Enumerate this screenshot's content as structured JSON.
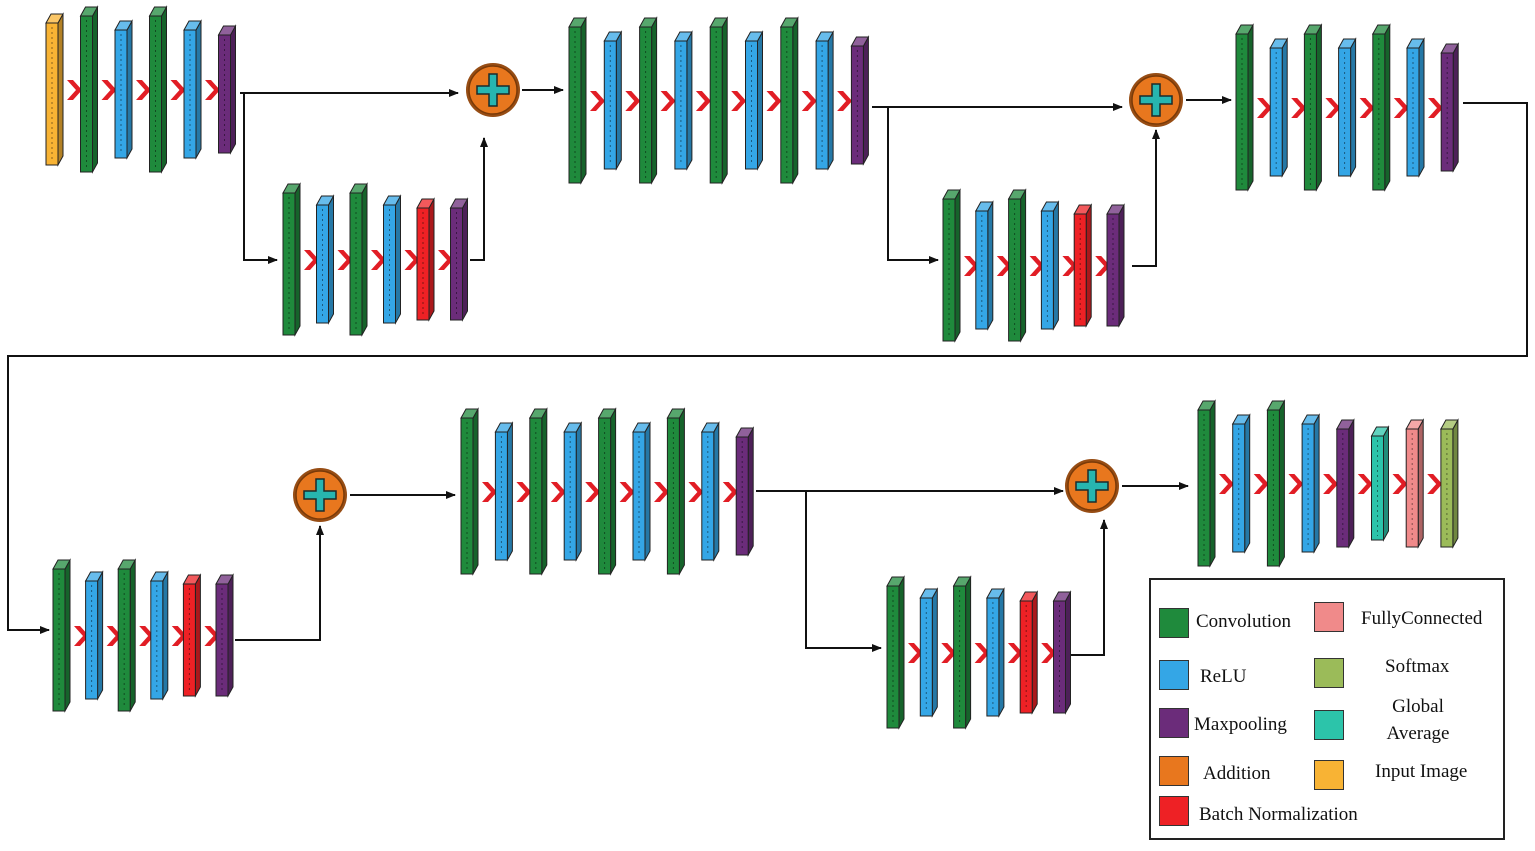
{
  "colors": {
    "convolution": "#1f8a3c",
    "relu": "#34a6e6",
    "maxpooling": "#6b2c7a",
    "addition": "#e8771e",
    "batch_normalization": "#ee2125",
    "fully_connected": "#f08a8a",
    "softmax": "#9bbb59",
    "global_average": "#2cc4aa",
    "input_image": "#f8b334",
    "arrow": "#e11d25",
    "plus": "#27b5b0"
  },
  "legend": {
    "items": [
      {
        "key": "convolution",
        "label": "Convolution"
      },
      {
        "key": "relu",
        "label": "ReLU"
      },
      {
        "key": "maxpooling",
        "label": "Maxpooling"
      },
      {
        "key": "addition",
        "label": "Addition"
      },
      {
        "key": "batch_normalization",
        "label": "Batch Normalization"
      },
      {
        "key": "fully_connected",
        "label": "FullyConnected"
      },
      {
        "key": "softmax",
        "label": "Softmax"
      },
      {
        "key": "global_average",
        "label": "Global Average",
        "lines": [
          "Global",
          "Average"
        ]
      },
      {
        "key": "input_image",
        "label": "Input Image"
      }
    ]
  },
  "blocks": [
    {
      "id": "block-1",
      "layers": [
        "input_image",
        "convolution",
        "relu",
        "convolution",
        "relu",
        "maxpooling"
      ]
    },
    {
      "id": "shortcut-1",
      "layers": [
        "convolution",
        "relu",
        "convolution",
        "relu",
        "batch_normalization",
        "maxpooling"
      ]
    },
    {
      "id": "block-2",
      "layers": [
        "convolution",
        "relu",
        "convolution",
        "relu",
        "convolution",
        "relu",
        "convolution",
        "relu",
        "maxpooling"
      ]
    },
    {
      "id": "shortcut-2",
      "layers": [
        "convolution",
        "relu",
        "convolution",
        "relu",
        "batch_normalization",
        "maxpooling"
      ]
    },
    {
      "id": "block-3",
      "layers": [
        "convolution",
        "relu",
        "convolution",
        "relu",
        "convolution",
        "relu",
        "maxpooling"
      ]
    },
    {
      "id": "shortcut-3",
      "layers": [
        "convolution",
        "relu",
        "convolution",
        "relu",
        "batch_normalization",
        "maxpooling"
      ]
    },
    {
      "id": "block-4",
      "layers": [
        "convolution",
        "relu",
        "convolution",
        "relu",
        "convolution",
        "relu",
        "convolution",
        "relu",
        "maxpooling"
      ]
    },
    {
      "id": "shortcut-4",
      "layers": [
        "convolution",
        "relu",
        "convolution",
        "relu",
        "batch_normalization",
        "maxpooling"
      ]
    },
    {
      "id": "block-5",
      "layers": [
        "convolution",
        "relu",
        "convolution",
        "relu",
        "maxpooling",
        "global_average",
        "fully_connected",
        "softmax"
      ]
    }
  ],
  "additions": [
    "add-1",
    "add-2",
    "add-3",
    "add-4"
  ]
}
